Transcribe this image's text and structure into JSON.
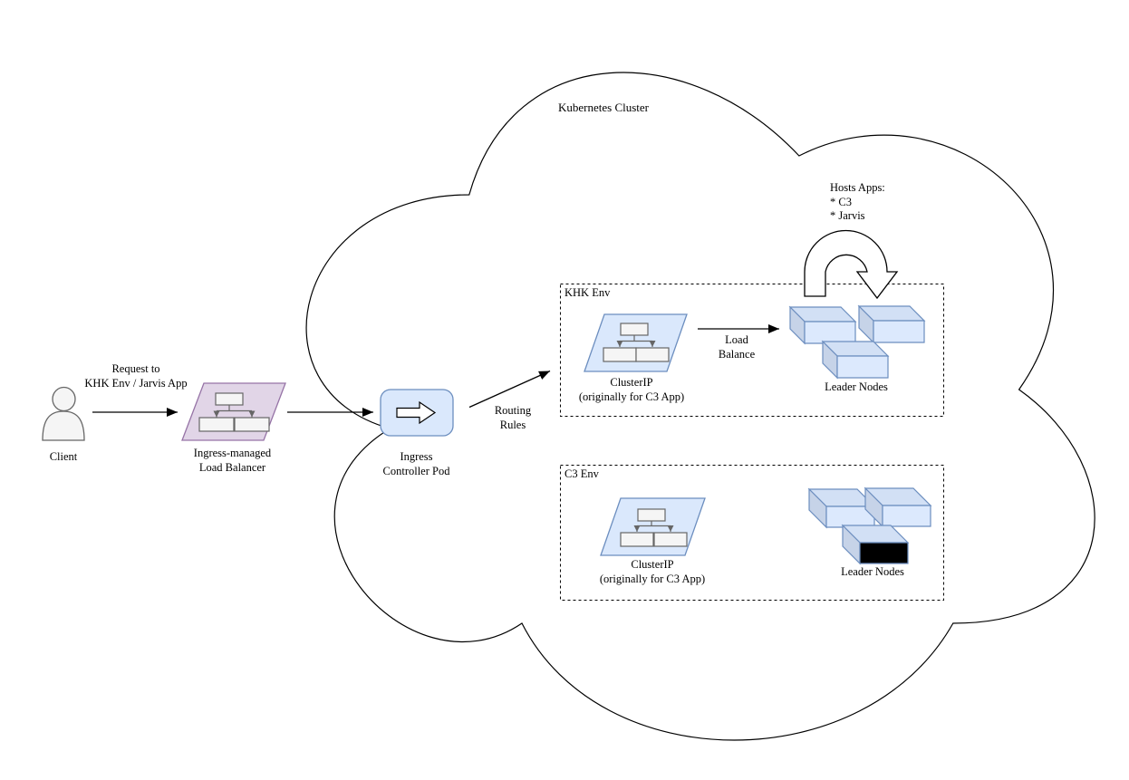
{
  "cluster": {
    "title": "Kubernetes Cluster"
  },
  "client": {
    "label": "Client"
  },
  "request_arrow": {
    "lines": [
      "Request to",
      "KHK Env / Jarvis App"
    ]
  },
  "load_balancer": {
    "lines": [
      "Ingress-managed",
      "Load Balancer"
    ]
  },
  "ingress_pod": {
    "lines": [
      "Ingress",
      "Controller Pod"
    ]
  },
  "routing_arrow": {
    "lines": [
      "Routing",
      "Rules"
    ]
  },
  "khk_env": {
    "title": "KHK Env",
    "cluster_ip": {
      "lines": [
        "ClusterIP",
        "(originally for C3 App)"
      ]
    },
    "load_balance_arrow": {
      "lines": [
        "Load",
        "Balance"
      ]
    },
    "leader_nodes": {
      "label": "Leader Nodes"
    }
  },
  "c3_env": {
    "title": "C3 Env",
    "cluster_ip": {
      "lines": [
        "ClusterIP",
        "(originally for C3 App)"
      ]
    },
    "leader_nodes": {
      "label": "Leader Nodes"
    }
  },
  "hosts_apps": {
    "lines": [
      "Hosts Apps:",
      "* C3",
      "* Jarvis"
    ]
  },
  "colors": {
    "purple_fill": "#E1D5E7",
    "purple_stroke": "#9673A6",
    "blue_fill": "#DAE8FC",
    "blue_stroke": "#6C8EBF",
    "cube_top": "#D2E0F5",
    "cube_front": "#DCE9FD",
    "cube_side": "#C6D3E8",
    "gray_fill": "#F5F5F5",
    "gray_stroke": "#666666",
    "line": "#000000",
    "background": "#FFFFFF"
  }
}
